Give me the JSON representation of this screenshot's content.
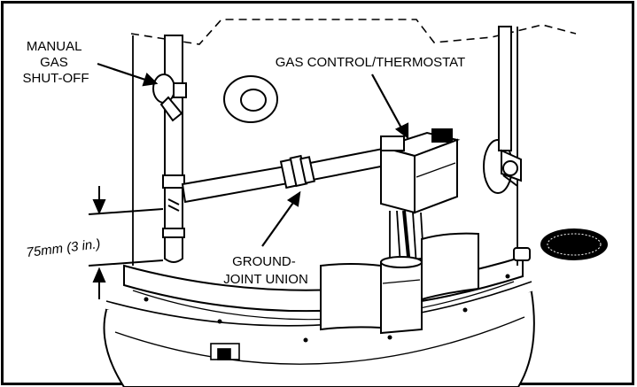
{
  "labels": {
    "manual_gas_shutoff": [
      "MANUAL",
      "GAS",
      "SHUT-OFF"
    ],
    "gas_control": "GAS CONTROL/THERMOSTAT",
    "ground_joint_union": [
      "GROUND-",
      "JOINT UNION"
    ],
    "dimension": "75mm (3 in.)"
  },
  "colors": {
    "line": "#000000",
    "background": "#ffffff",
    "fill": "#ffffff",
    "shade": "#d9d9d9"
  }
}
